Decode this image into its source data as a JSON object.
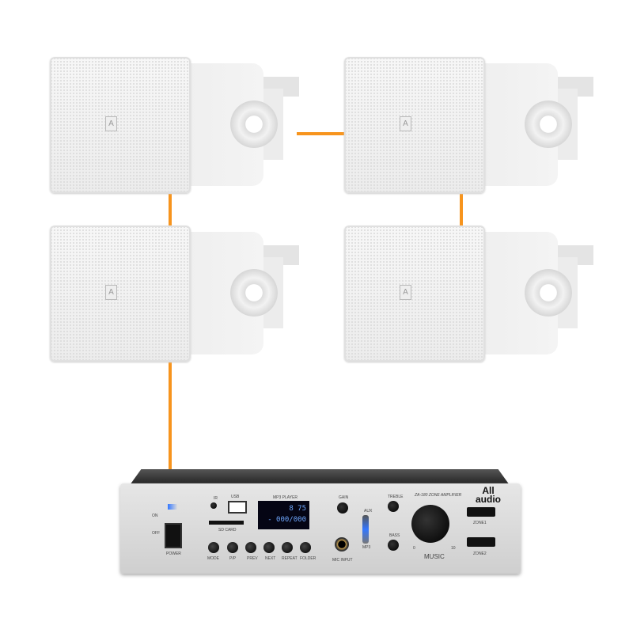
{
  "speakers": [
    {
      "id": "top-left"
    },
    {
      "id": "top-right"
    },
    {
      "id": "bottom-left"
    },
    {
      "id": "bottom-right"
    }
  ],
  "speaker_logo": "A",
  "wire_color": "#f7941d",
  "amplifier": {
    "brand": "All audio",
    "model": "ZA-180 ZONE AMPLIFIER",
    "player_title": "MP3 PLAYER",
    "display": {
      "line1": "8 75",
      "line2": "- 000/000"
    },
    "labels": {
      "on": "ON",
      "off": "OFF",
      "power": "POWER",
      "usb": "USB",
      "ir": "IR",
      "sd": "SD CARD",
      "gain": "GAIN",
      "mic_input": "MIC INPUT",
      "aux": "AUX",
      "mp3": "MP3",
      "treble": "TREBLE",
      "bass": "BASS",
      "music": "MUSIC",
      "scale_min": "0",
      "scale_max": "10",
      "zone1": "ZONE1",
      "zone2": "ZONE2"
    },
    "buttons": [
      "MODE",
      "P/P",
      "PREV",
      "NEXT",
      "REPEAT",
      "FOLDER"
    ]
  }
}
